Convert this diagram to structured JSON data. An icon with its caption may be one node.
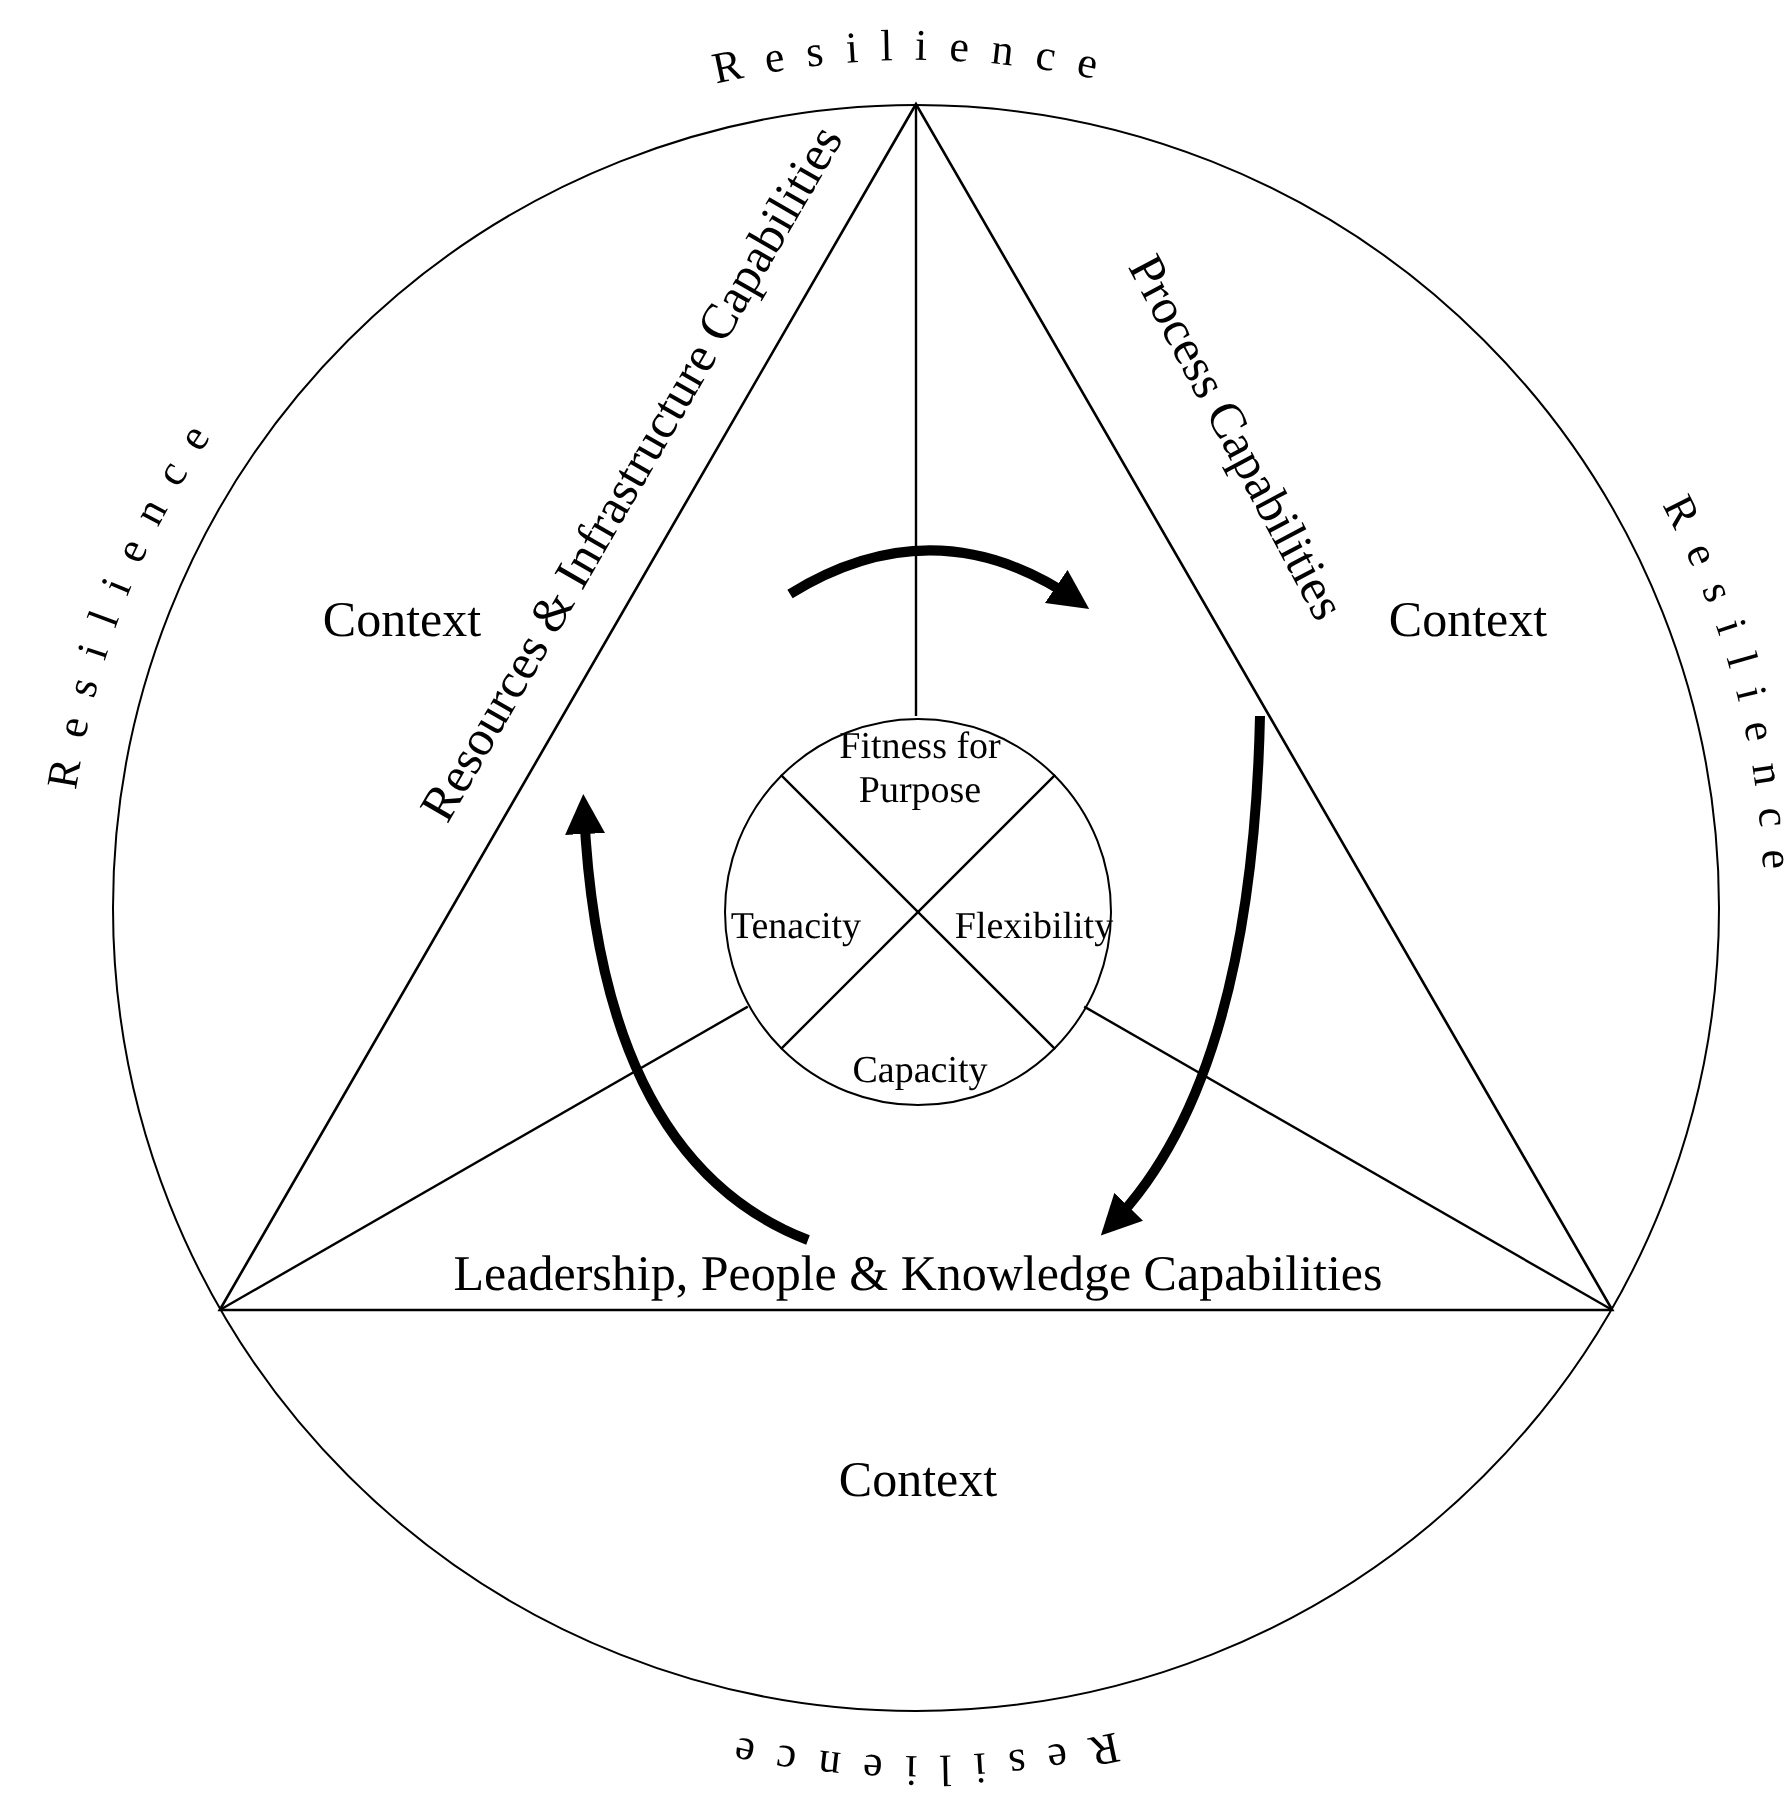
{
  "diagram": {
    "nodes": [
      {
        "text": [],
        "shape": "circle"
      },
      {
        "text": [
          "Context"
        ],
        "in": 0
      },
      {
        "text": [
          "Context"
        ],
        "in": 0
      },
      {
        "text": [
          "Context"
        ],
        "in": 0
      },
      {
        "text": [
          "Resources & Infrastructure Capabilities"
        ],
        "in": 0
      },
      {
        "text": [
          "Process Capabilities"
        ],
        "in": 0
      },
      {
        "text": [
          "Leadership, People & Knowledge Capabilities"
        ],
        "in": 0
      },
      {
        "text": [],
        "shape": "circle",
        "in": 0
      },
      {
        "text": [
          "Fitness for Purpose"
        ],
        "in": 7
      },
      {
        "text": [
          "Tenacity"
        ],
        "in": 7
      },
      {
        "text": [
          "Flexibility"
        ],
        "in": 7
      },
      {
        "text": [
          "Capacity"
        ],
        "in": 7
      }
    ],
    "edges": [
      {
        "from": 4,
        "to": 5,
        "arrow": "to"
      },
      {
        "from": 5,
        "to": 6,
        "arrow": "to"
      },
      {
        "from": 6,
        "to": 4,
        "arrow": "to"
      }
    ],
    "labels": [
      "Resilience",
      "Resilience",
      "Resilience",
      "Resilience"
    ]
  }
}
